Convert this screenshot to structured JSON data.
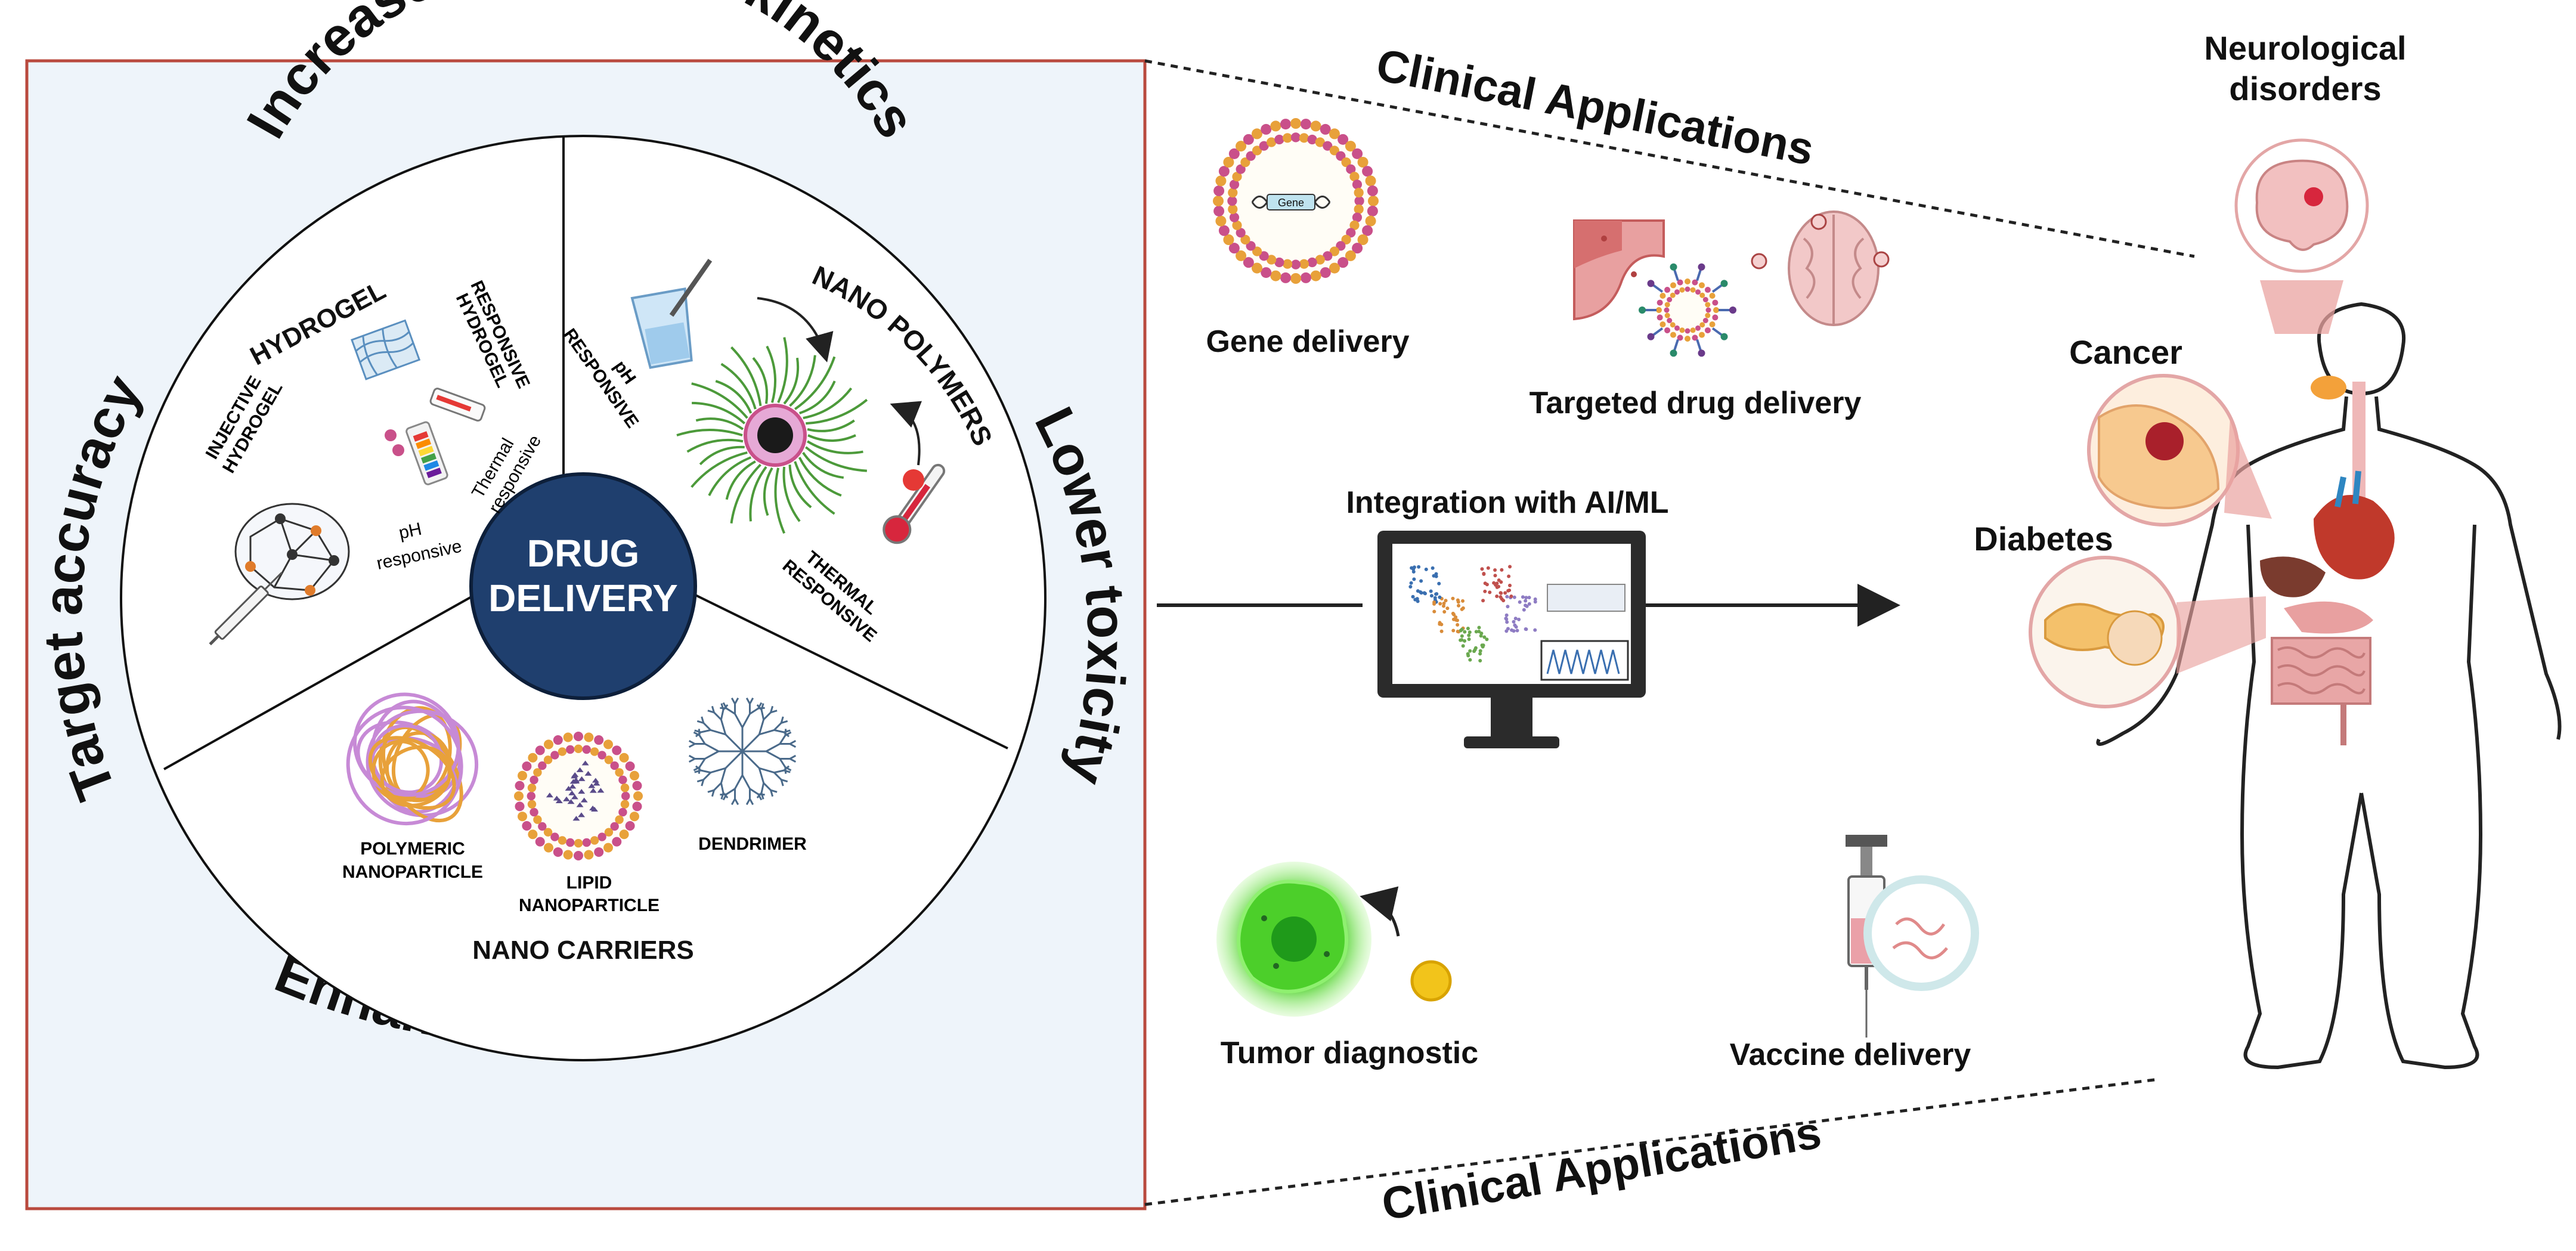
{
  "left_panel": {
    "outer_labels": {
      "top": "Increased Pharmacokinetics",
      "left": "Target accuracy",
      "right": "Lower toxicity",
      "bottom": "Enhanced drug release"
    },
    "center_label_line1": "DRUG",
    "center_label_line2": "DELIVERY",
    "hydrogel": {
      "title": "HYDROGEL",
      "injective_line1": "INJECTIVE",
      "injective_line2": "HYDROGEL",
      "responsive_line1": "RESPONSIVE",
      "responsive_line2": "HYDROGEL",
      "ph_line1": "pH",
      "ph_line2": "responsive",
      "thermal_line1": "Thermal",
      "thermal_line2": "responsive"
    },
    "nano_polymers": {
      "title": "NANO POLYMERS",
      "ph_line1": "pH",
      "ph_line2": "RESPONSIVE",
      "thermal_line1": "THERMAL",
      "thermal_line2": "RESPONSIVE"
    },
    "nano_carriers": {
      "title": "NANO CARRIERS",
      "polymeric_line1": "POLYMERIC",
      "polymeric_line2": "NANOPARTICLE",
      "lipid_line1": "LIPID",
      "lipid_line2": "NANOPARTICLE",
      "dendrimer": "DENDRIMER"
    }
  },
  "clinical": {
    "title_top": "Clinical Applications",
    "title_bottom": "Clinical Applications",
    "gene_delivery": "Gene delivery",
    "gene_tag": "Gene",
    "targeted_drug_delivery": "Targeted drug delivery",
    "integration": "Integration with AI/ML",
    "tumor_diagnostic": "Tumor diagnostic",
    "vaccine_delivery": "Vaccine delivery"
  },
  "body": {
    "neuro_line1": "Neurological",
    "neuro_line2": "disorders",
    "cancer": "Cancer",
    "diabetes": "Diabetes"
  },
  "colors": {
    "panel_bg": "#eef4fa",
    "panel_border": "#b94a3e",
    "center_circle": "#1f3f6e",
    "lipid_orange": "#e8a13a",
    "lipid_pink": "#c9508a",
    "polymer_green": "#4c9a3a",
    "tumor_green": "#4ccf2a",
    "gold": "#f2c41b"
  }
}
